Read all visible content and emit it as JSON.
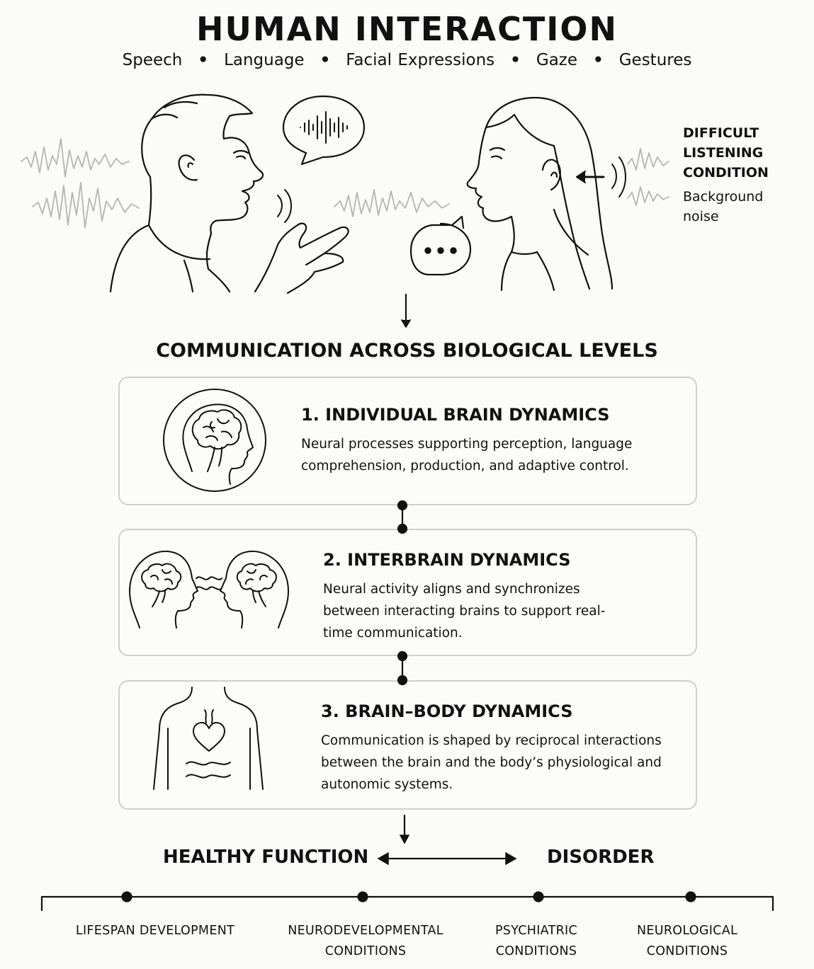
{
  "header": {
    "title": "HUMAN INTERACTION",
    "cues": [
      "Speech",
      "Language",
      "Facial Expressions",
      "Gaze",
      "Gestures"
    ]
  },
  "listening_note": {
    "heading": "DIFFICULT LISTENING CONDITION",
    "detail": "Background noise"
  },
  "section": {
    "title": "COMMUNICATION ACROSS BIOLOGICAL LEVELS"
  },
  "levels": [
    {
      "title": "1. INDIVIDUAL BRAIN DYNAMICS",
      "description": "Neural processes supporting perception, language comprehension, production, and adaptive control."
    },
    {
      "title": "2. INTERBRAIN DYNAMICS",
      "description": "Neural activity aligns and synchronizes between interacting brains to support real-time communication."
    },
    {
      "title": "3. BRAIN–BODY DYNAMICS",
      "description": "Communication is shaped by reciprocal interactions between the brain and the body’s physiological and autonomic systems."
    }
  ],
  "spectrum": {
    "left": "HEALTHY FUNCTION",
    "right": "DISORDER"
  },
  "timeline": [
    {
      "line1": "LIFESPAN DEVELOPMENT",
      "line2": ""
    },
    {
      "line1": "NEURODEVELOPMENTAL",
      "line2": "CONDITIONS"
    },
    {
      "line1": "PSYCHIATRIC",
      "line2": "CONDITIONS"
    },
    {
      "line1": "NEUROLOGICAL",
      "line2": "CONDITIONS"
    }
  ],
  "icons": [
    "man-speaking-icon",
    "woman-listening-icon",
    "speech-bubble-waveform-icon",
    "speech-bubble-ellipsis-icon",
    "noise-wave-icon",
    "head-brain-icon",
    "two-heads-brains-icon",
    "torso-heart-icon"
  ]
}
